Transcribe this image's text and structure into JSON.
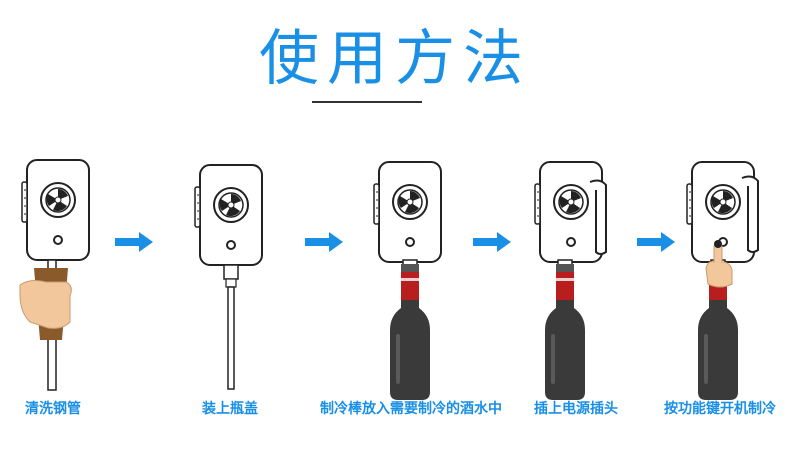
{
  "header": {
    "title": "使用方法"
  },
  "steps": [
    {
      "label": "清洗钢管"
    },
    {
      "label": "装上瓶盖"
    },
    {
      "label": "制冷棒放入需要制冷的酒水中"
    },
    {
      "label": "插上电源插头"
    },
    {
      "label": "按功能键开机制冷"
    }
  ],
  "colors": {
    "accent": "#1a8fe6",
    "bottle": "#3a3a3a",
    "cap": "#b81e1e",
    "hand": "#f2c79c",
    "sleeve": "#8b5a2b"
  }
}
